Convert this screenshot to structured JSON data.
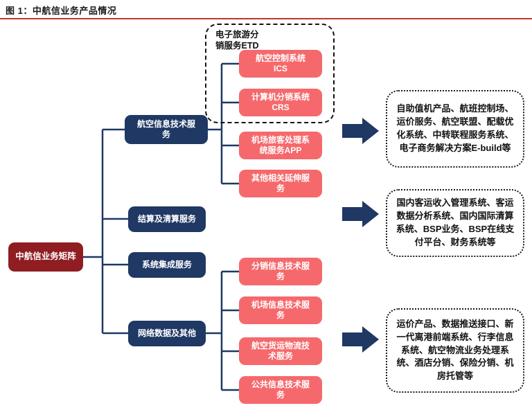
{
  "figure": {
    "title": "图 1：中航信业务产品情况"
  },
  "root": {
    "label": "中航信业务矩阵"
  },
  "etd_group": {
    "label": "电子旅游分\n销服务ETD"
  },
  "categories": [
    {
      "label": "航空信息技术服务"
    },
    {
      "label": "结算及清算服务"
    },
    {
      "label": "系统集成服务"
    },
    {
      "label": "网络数据及其他"
    }
  ],
  "aviation_children": [
    {
      "label": "航空控制系统\nICS"
    },
    {
      "label": "计算机分销系统\nCRS"
    },
    {
      "label": "机场旅客处理系统服务APP"
    },
    {
      "label": "其他相关延伸服务"
    }
  ],
  "network_children": [
    {
      "label": "分销信息技术服务"
    },
    {
      "label": "机场信息技术服务"
    },
    {
      "label": "航空货运物流技术服务"
    },
    {
      "label": "公共信息技术服务"
    }
  ],
  "outputs": [
    {
      "text": "自助值机产品、航班控制场、运价服务、航空联盟、配载优化系统、中转联程服务系统、电子商务解决方案E-build等"
    },
    {
      "text": "国内客运收入管理系统、客运数据分析系统、国内国际清算系统、BSP业务、BSP在线支付平台、财务系统等"
    },
    {
      "text": "运价产品、数据推送接口、新一代离港前端系统、行李信息系统、航空物流业务处理系统、酒店分销、保险分销、机房托管等"
    }
  ],
  "colors": {
    "navy": "#1f3864",
    "pink": "#f5696c",
    "dark_red": "#8f1d21",
    "rule_red": "#c0362c"
  }
}
